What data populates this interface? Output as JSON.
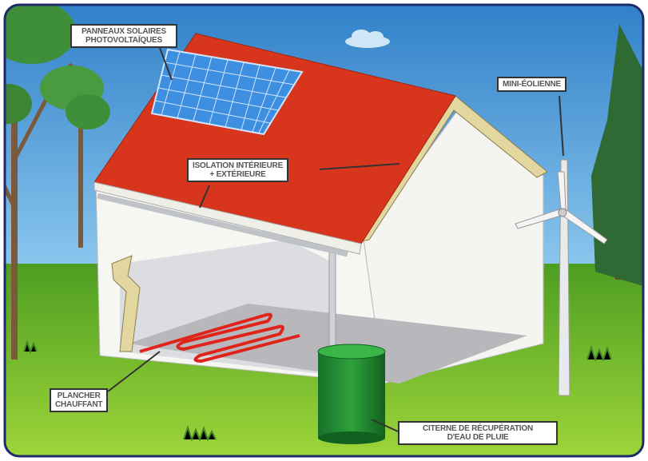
{
  "labels": {
    "solar_panels": "Panneaux solaires photovoltaïques",
    "insulation_line1": "Isolation intérieure",
    "insulation_line2": "+ extérieure",
    "wind_turbine": "Mini-éolienne",
    "floor_heating_line1": "Plancher",
    "floor_heating_line2": "chauffant",
    "rain_tank_line1": "Citerne de récupération",
    "rain_tank_line2": "d'eau de pluie"
  },
  "colors": {
    "sky": "#4fa3dc",
    "grass": "#6cbf2c",
    "roof": "#d8361c",
    "frame": "#1f2a6b",
    "tank": "#1f8a2e",
    "heating_pipe": "#e0241b"
  }
}
